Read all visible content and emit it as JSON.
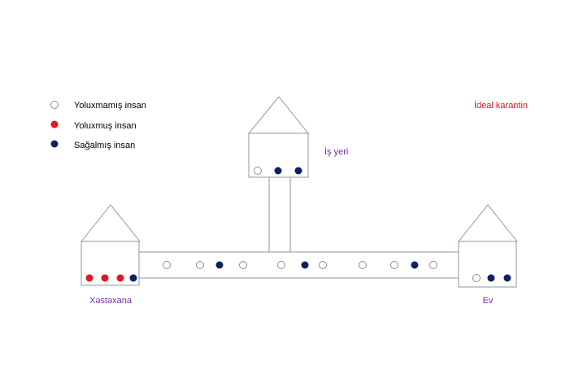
{
  "legend": {
    "items": [
      {
        "label": "Yoluxmamış insan",
        "state": "healthy"
      },
      {
        "label": "Yoluxmuş insan",
        "state": "infected"
      },
      {
        "label": "Sağalmış insan",
        "state": "recovered"
      }
    ]
  },
  "scenario_label": "İdeal karantin",
  "buildings": {
    "workplace": {
      "label": "İş yeri",
      "people": [
        "healthy",
        "recovered",
        "recovered"
      ]
    },
    "hospital": {
      "label": "Xəstəxana",
      "people": [
        "infected",
        "infected",
        "infected",
        "recovered"
      ]
    },
    "home": {
      "label": "Ev",
      "people": [
        "healthy",
        "recovered",
        "recovered"
      ]
    }
  },
  "road_people": [
    "healthy",
    "healthy",
    "recovered",
    "healthy",
    "healthy",
    "recovered",
    "healthy",
    "healthy",
    "healthy",
    "recovered",
    "healthy"
  ],
  "colors": {
    "healthy_fill": "#ffffff",
    "healthy_stroke": "#8c8c8c",
    "infected": "#e8151b",
    "recovered": "#0e2160",
    "outline": "#8a9aa6",
    "building_label": "#7030a0",
    "scenario_label": "#e8151b",
    "legend_text": "#000000"
  }
}
